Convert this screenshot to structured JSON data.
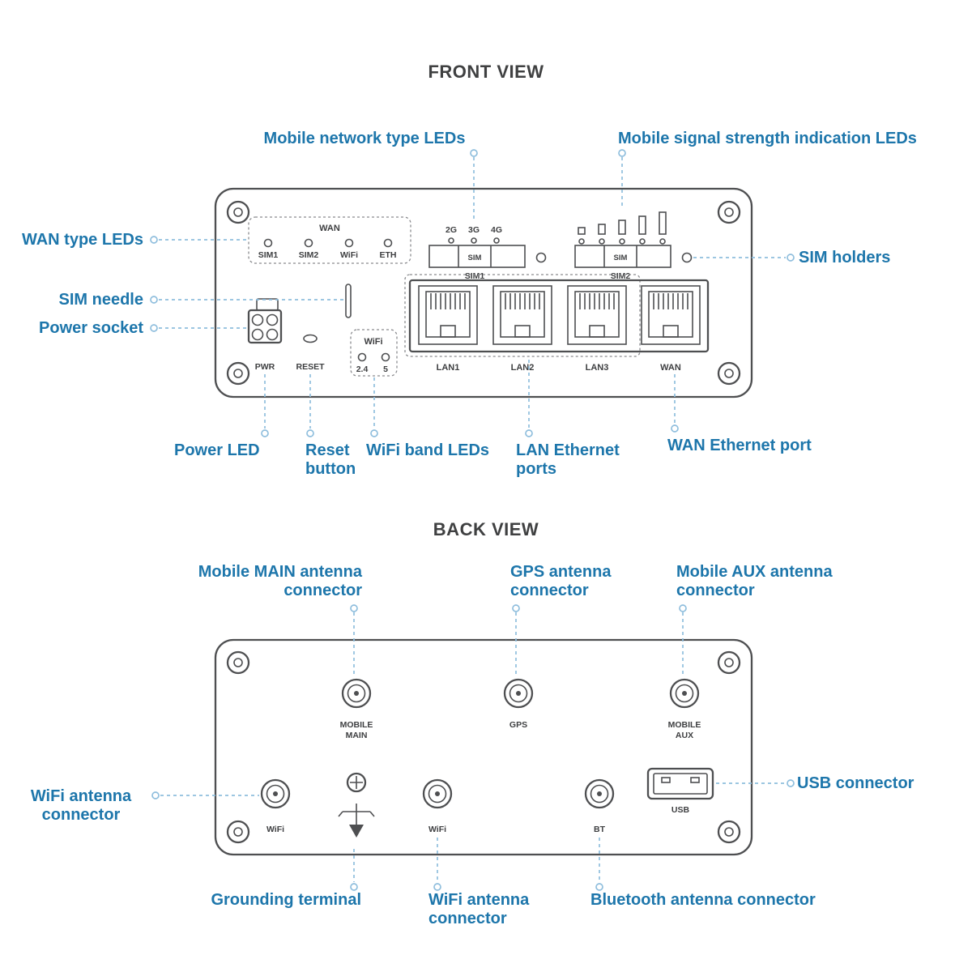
{
  "front": {
    "title": "FRONT VIEW",
    "callouts": {
      "mobile_network_type_leds": "Mobile network type LEDs",
      "mobile_signal_strength_leds": "Mobile signal strength indication LEDs",
      "wan_type_leds": "WAN type LEDs",
      "sim_holders": "SIM holders",
      "sim_needle": "SIM needle",
      "power_socket": "Power socket",
      "power_led": "Power LED",
      "reset_button": "Reset button",
      "wifi_band_leds": "WiFi band LEDs",
      "lan_ethernet_ports": "LAN Ethernet ports",
      "wan_ethernet_port": "WAN Ethernet port"
    },
    "panel": {
      "wan_group": "WAN",
      "wan_led_labels": [
        "SIM1",
        "SIM2",
        "WiFi",
        "ETH"
      ],
      "network_type_leds": [
        "2G",
        "3G",
        "4G"
      ],
      "sim1": {
        "tray": "SIM",
        "label": "SIM1"
      },
      "sim2": {
        "tray": "SIM",
        "label": "SIM2"
      },
      "ports": [
        "LAN1",
        "LAN2",
        "LAN3",
        "WAN"
      ],
      "power": "PWR",
      "reset": "RESET",
      "wifi_group": "WiFi",
      "wifi_bands": [
        "2.4",
        "5"
      ]
    }
  },
  "back": {
    "title": "BACK VIEW",
    "callouts": {
      "mobile_main": "Mobile MAIN antenna connector",
      "gps": "GPS antenna connector",
      "mobile_aux": "Mobile AUX antenna connector",
      "wifi_left": "WiFi antenna connector",
      "usb": "USB connector",
      "grounding": "Grounding terminal",
      "wifi_bottom": "WiFi antenna connector",
      "bluetooth": "Bluetooth antenna connector"
    },
    "panel": {
      "mobile_main": [
        "MOBILE",
        "MAIN"
      ],
      "gps": "GPS",
      "mobile_aux": [
        "MOBILE",
        "AUX"
      ],
      "wifi_left": "WiFi",
      "wifi_mid": "WiFi",
      "bt": "BT",
      "usb": "USB"
    }
  },
  "colors": {
    "label_blue": "#1d76ab",
    "leader_blue": "#8fbedd",
    "device_gray": "#4e4f51",
    "text_gray": "#3e3f41"
  }
}
